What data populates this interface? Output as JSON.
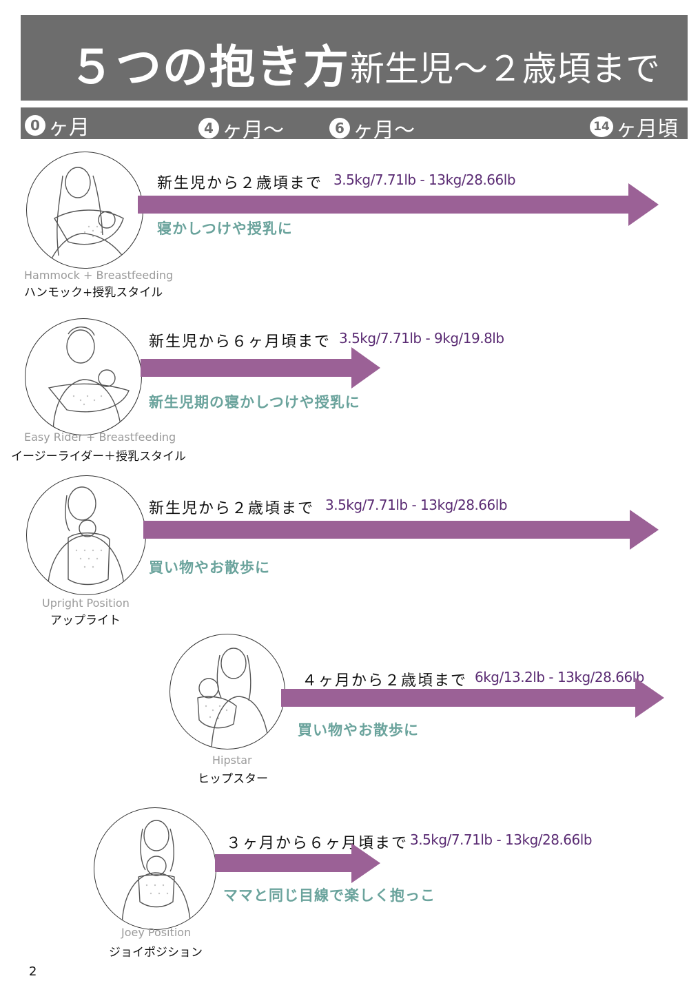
{
  "header": {
    "title": "５つの抱き方",
    "subtitle": "新生児〜２歳頃まで"
  },
  "timeline": [
    {
      "num": "0",
      "suffix": "ヶ月"
    },
    {
      "num": "4",
      "suffix": "ヶ月〜"
    },
    {
      "num": "6",
      "suffix": "ヶ月〜"
    },
    {
      "num": "14",
      "suffix": "ヶ月頃"
    }
  ],
  "positions": [
    {
      "name_en": "Hammock + Breastfeeding",
      "name_jp": "ハンモック+授乳スタイル",
      "period": "新生児から２歳頃まで",
      "weight": "3.5kg/7.71lb - 13kg/28.66lb",
      "use": "寝かしつけや授乳に"
    },
    {
      "name_en": "Easy Rider + Breastfeeding",
      "name_jp": "イージーライダー＋授乳スタイル",
      "period": "新生児から６ヶ月頃まで",
      "weight": "3.5kg/7.71lb - 9kg/19.8lb",
      "use": "新生児期の寝かしつけや授乳に"
    },
    {
      "name_en": "Upright Position",
      "name_jp": "アップライト",
      "period": "新生児から２歳頃まで",
      "weight": "3.5kg/7.71lb - 13kg/28.66lb",
      "use": "買い物やお散歩に"
    },
    {
      "name_en": "Hipstar",
      "name_jp": "ヒップスター",
      "period": "４ヶ月から２歳頃まで",
      "weight": "6kg/13.2lb - 13kg/28.66lb",
      "use": "買い物やお散歩に"
    },
    {
      "name_en": "Joey Position",
      "name_jp": "ジョイポジション",
      "period": "３ヶ月から６ヶ月頃まで",
      "weight": "3.5kg/7.71lb - 13kg/28.66lb",
      "use": "ママと同じ目線で楽しく抱っこ"
    }
  ],
  "page_number": "2",
  "colors": {
    "header_bg": "#6d6d6d",
    "arrow": "#9b6196",
    "weight_text": "#5a2b73",
    "use_text": "#6aa39c"
  }
}
